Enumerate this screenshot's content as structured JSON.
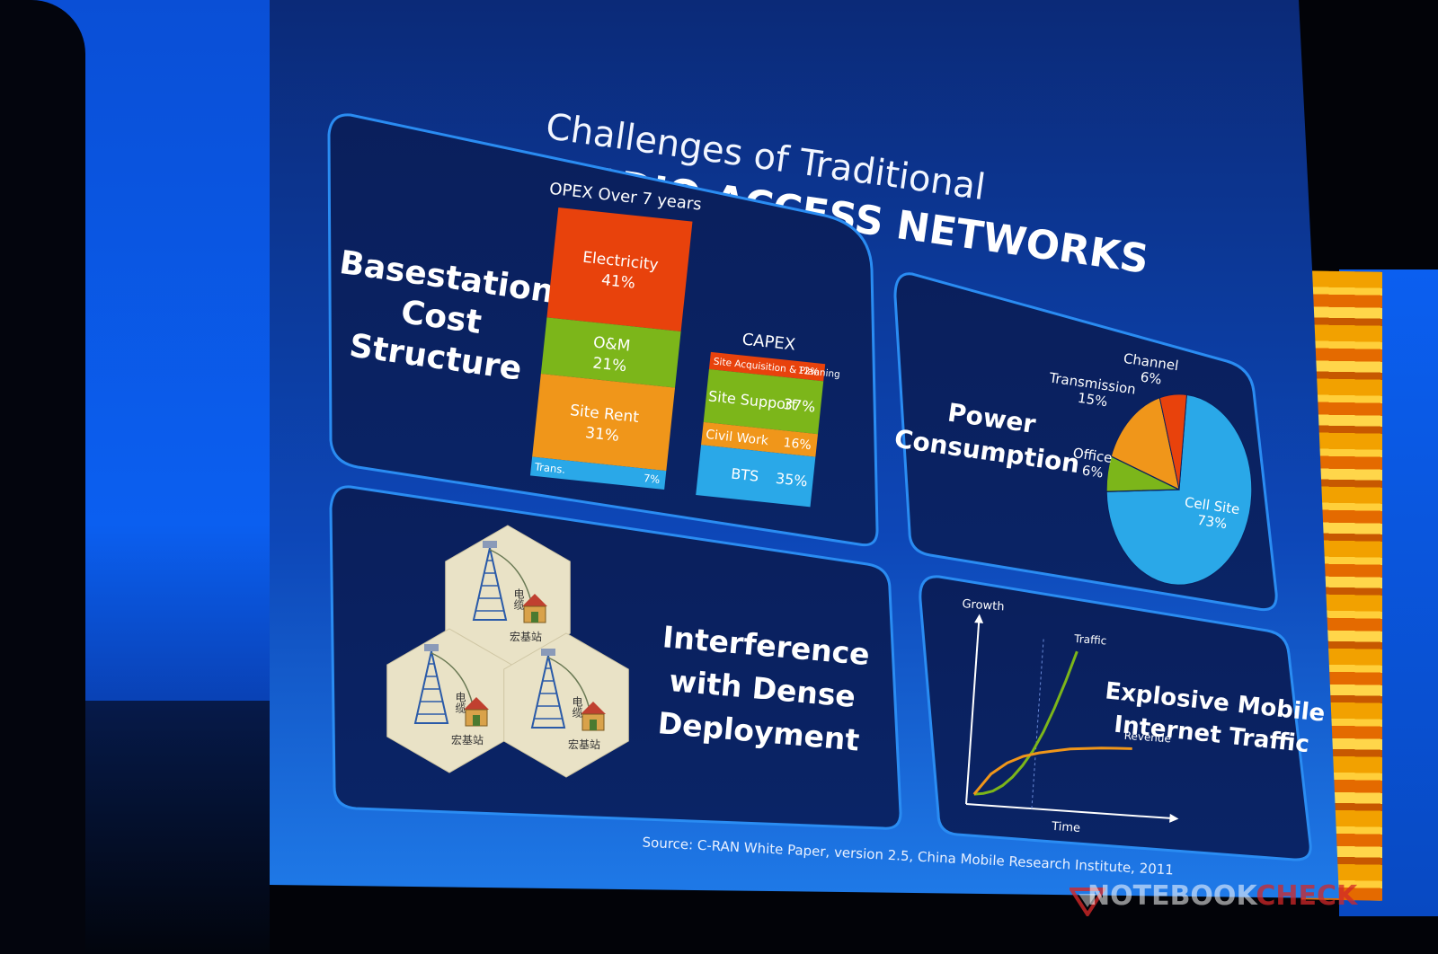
{
  "slide": {
    "title_line1": "Challenges of Traditional",
    "title_line2": "RADIO ACCESS NETWORKS",
    "source": "Source: C-RAN White Paper, version 2.5, China Mobile Research Institute, 2011"
  },
  "cost_panel": {
    "heading_lines": [
      "Basestation",
      "Cost",
      "Structure"
    ],
    "opex_title": "OPEX Over 7 years",
    "capex_title": "CAPEX"
  },
  "power_panel": {
    "heading_lines": [
      "Power",
      "Consumption"
    ]
  },
  "interference_panel": {
    "heading_lines": [
      "Interference",
      "with Dense",
      "Deployment"
    ],
    "cell_labels": {
      "cable": "电缆",
      "macro_station": "宏基站"
    }
  },
  "traffic_panel": {
    "heading_lines": [
      "Explosive Mobile",
      "Internet Traffic"
    ]
  },
  "chart_data": [
    {
      "type": "bar",
      "title": "OPEX Over 7 years",
      "stacked": true,
      "segments": [
        {
          "label": "Electricity",
          "value": 41,
          "display": "41%",
          "color": "#e8420c"
        },
        {
          "label": "O&M",
          "value": 21,
          "display": "21%",
          "color": "#7cb61a"
        },
        {
          "label": "Site Rent",
          "value": 31,
          "display": "31%",
          "color": "#f0961a"
        },
        {
          "label": "Trans.",
          "value": 7,
          "display": "7%",
          "color": "#2aa8e8"
        }
      ]
    },
    {
      "type": "bar",
      "title": "CAPEX",
      "stacked": true,
      "segments": [
        {
          "label": "Site Acquisition & Planning",
          "value": 12,
          "display": "12%",
          "color": "#e8420c"
        },
        {
          "label": "Site Support",
          "value": 37,
          "display": "37%",
          "color": "#7cb61a"
        },
        {
          "label": "Civil Work",
          "value": 16,
          "display": "16%",
          "color": "#f0961a"
        },
        {
          "label": "BTS",
          "value": 35,
          "display": "35%",
          "color": "#2aa8e8"
        }
      ]
    },
    {
      "type": "pie",
      "title": "",
      "slices": [
        {
          "label": "Cell Site",
          "value": 73,
          "display": "73%",
          "color": "#2aa8e8"
        },
        {
          "label": "Office",
          "value": 6,
          "display": "6%",
          "color": "#7cb61a"
        },
        {
          "label": "Transmission",
          "value": 15,
          "display": "15%",
          "color": "#f0961a"
        },
        {
          "label": "Channel",
          "value": 6,
          "display": "6%",
          "color": "#e8420c"
        }
      ]
    },
    {
      "type": "line",
      "title": "",
      "xlabel": "Time",
      "ylabel": "Growth",
      "series": [
        {
          "name": "Traffic",
          "color": "#7cb61a",
          "x": [
            0,
            1,
            2,
            3,
            4,
            5,
            6,
            7,
            8,
            9,
            10
          ],
          "y": [
            2,
            3,
            5,
            9,
            15,
            23,
            33,
            46,
            62,
            80,
            100
          ]
        },
        {
          "name": "Revenue",
          "color": "#f0961a",
          "x": [
            0,
            1,
            2,
            3,
            4,
            5,
            6,
            7,
            8,
            9,
            10
          ],
          "y": [
            2,
            16,
            24,
            29,
            32,
            34,
            36,
            37,
            38,
            38.5,
            39
          ]
        }
      ]
    }
  ]
}
